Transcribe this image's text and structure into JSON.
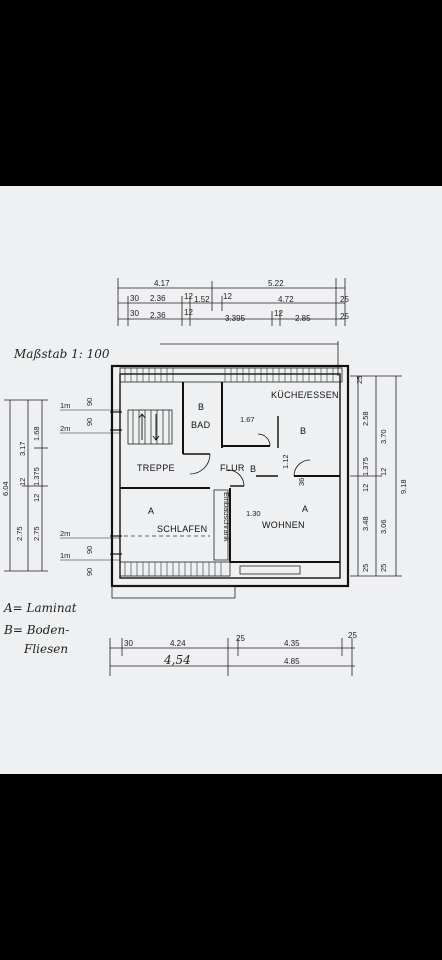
{
  "scale_label": "Maßstab 1: 100",
  "legend": {
    "a": "A= Laminat",
    "b1": "B= Boden-",
    "b2": "Fliesen"
  },
  "rooms": {
    "bad": "BAD",
    "kueche": "KÜCHE/ESSEN",
    "treppe": "TREPPE",
    "flur": "FLUR",
    "schlafen": "SCHLAFEN",
    "wohnen": "WOHNEN",
    "einbau": "Einbauschrank"
  },
  "floor_codes": {
    "bad": "B",
    "kueche": "B",
    "flur": "B",
    "schlafen": "A",
    "wohnen": "A"
  },
  "top_dims": {
    "r1_left": "4.17",
    "r1_right": "5.22",
    "r2": [
      "30",
      "2.36",
      "12",
      "1.52",
      "12",
      "4.72",
      "25"
    ],
    "r3": [
      "30",
      "2.36",
      "12",
      "3.395",
      "12",
      "2.85",
      "25"
    ]
  },
  "bottom_dims": {
    "r1": [
      "30",
      "4.24",
      "25",
      "4.35",
      "25"
    ],
    "r2": [
      "4,54",
      "4.85"
    ]
  },
  "left_dims": [
    "6.04",
    "3.17",
    "12",
    "1.375",
    "1.68",
    "12",
    "2.75",
    "2.75"
  ],
  "right_dims": [
    "25",
    "2.58",
    "1.375",
    "12",
    "3.48",
    "25",
    "9.18",
    "3.70",
    "12",
    "3.06",
    "25"
  ],
  "level_marks": {
    "top_1m": "1m",
    "top_2m": "2m",
    "bot_2m": "2m",
    "bot_1m": "1m",
    "v1": "90",
    "v2": "90",
    "v3": "90",
    "v4": "90"
  },
  "room_dims": {
    "kueche_w": "1.67",
    "flur_h": "1.12",
    "wohnen_w": "1.30",
    "wohnen_h": "36"
  }
}
